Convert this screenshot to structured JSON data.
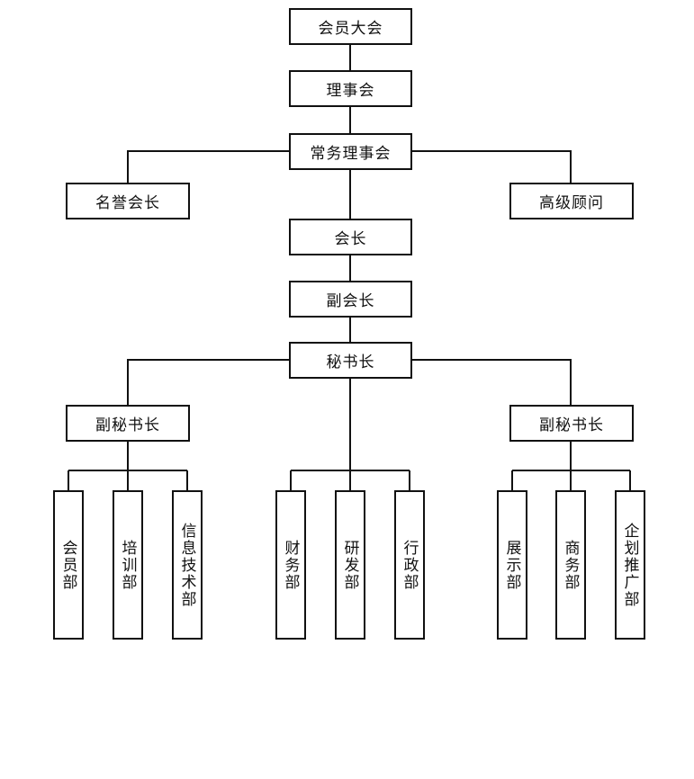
{
  "nodes": {
    "general_assembly": "会员大会",
    "council": "理事会",
    "standing_council": "常务理事会",
    "honorary_president": "名誉会长",
    "senior_advisor": "高级顾问",
    "president": "会长",
    "vice_president": "副会长",
    "secretary_general": "秘书长",
    "deputy_secretary_left": "副秘书长",
    "deputy_secretary_right": "副秘书长"
  },
  "departments": {
    "membership": "会员部",
    "training": "培训部",
    "it": "信息技术部",
    "finance": "财务部",
    "rnd": "研发部",
    "admin": "行政部",
    "exhibition": "展示部",
    "business": "商务部",
    "promotion": "企划推广部"
  },
  "colors": {
    "line": "#111111",
    "box_border": "#111111",
    "background": "#ffffff"
  }
}
